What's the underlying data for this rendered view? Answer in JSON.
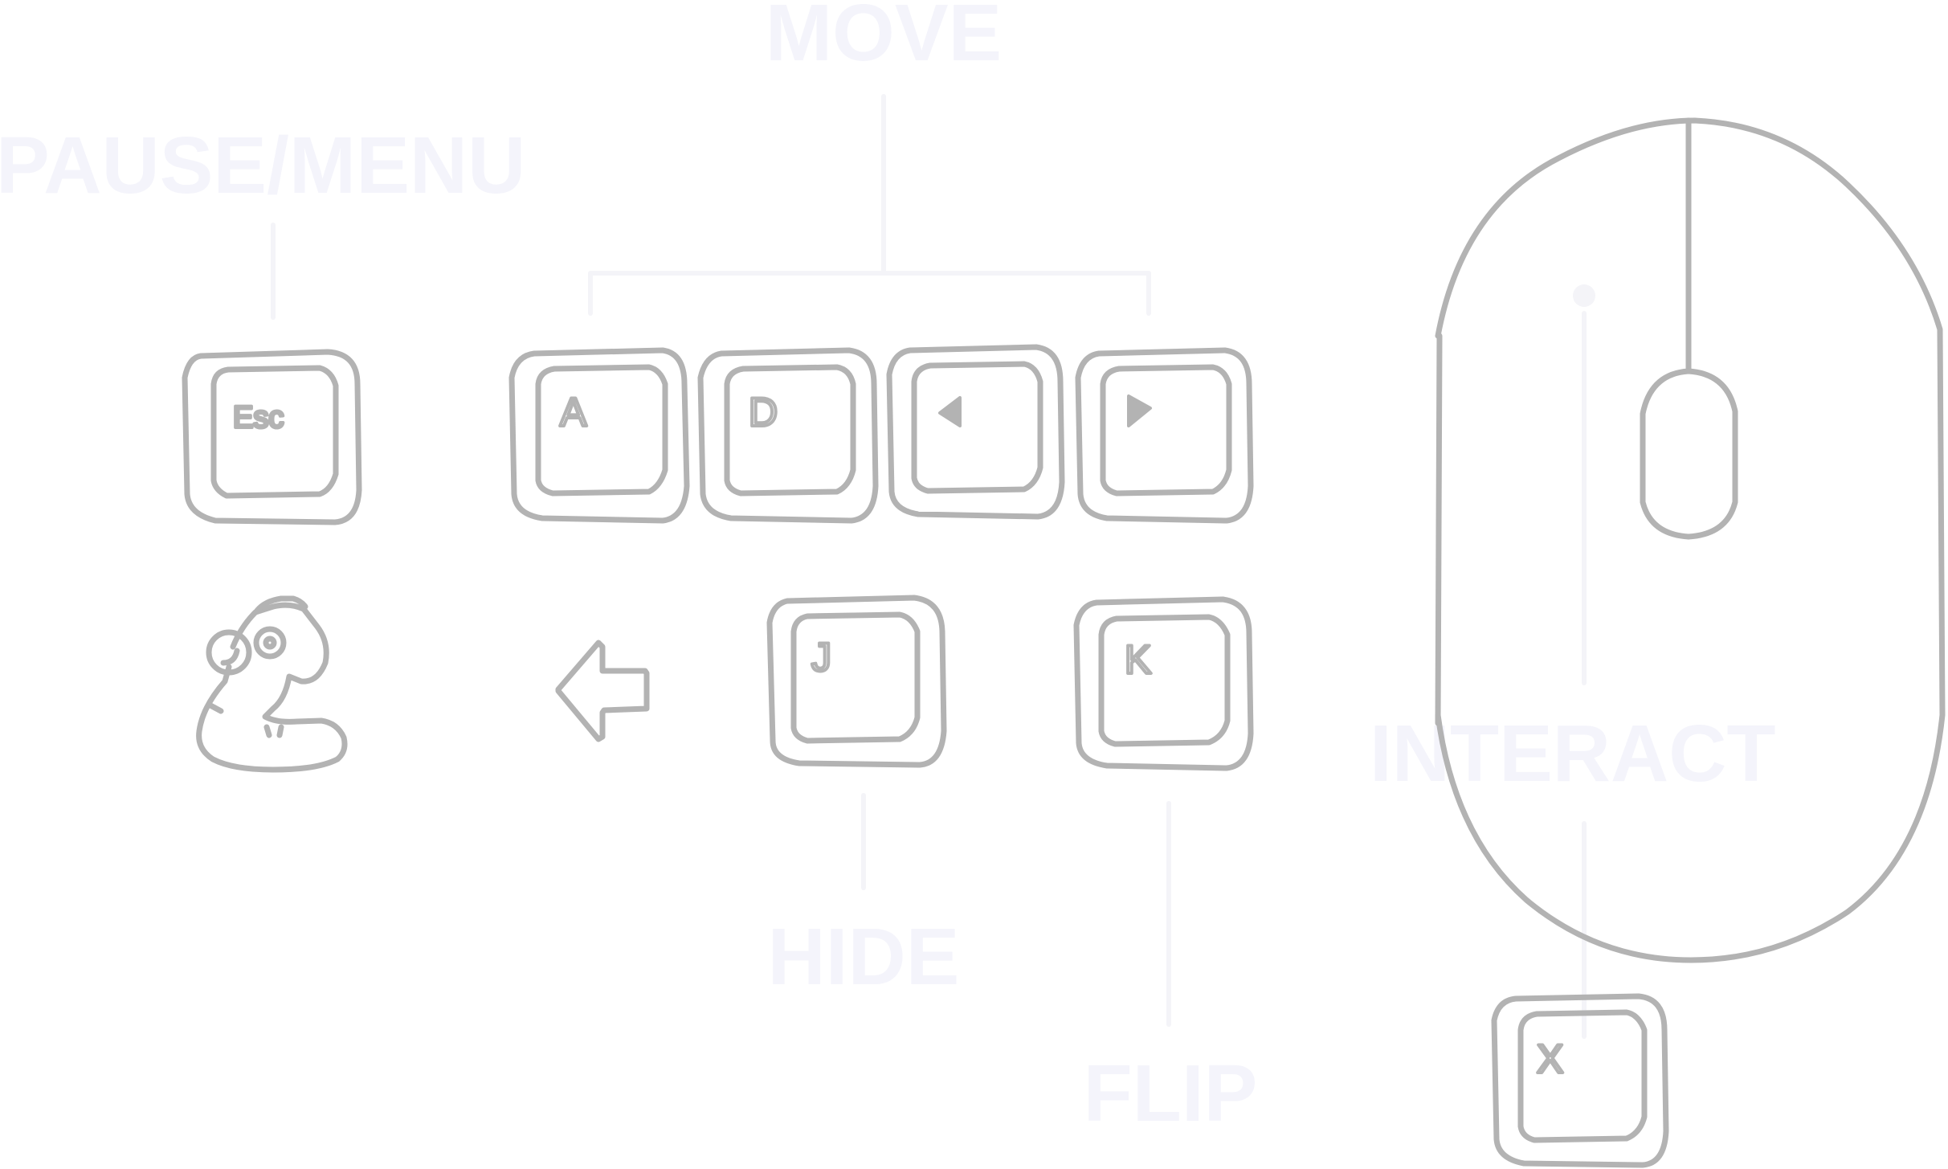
{
  "labels": {
    "move": "MOVE",
    "pause_menu": "PAUSE/MENU",
    "interact": "INTERACT",
    "hide": "HIDE",
    "flip": "FLIP"
  },
  "keys": {
    "esc": "Esc",
    "a": "A",
    "d": "D",
    "left_arrow_icon": "left-triangle-icon",
    "right_arrow_icon": "right-triangle-icon",
    "j": "J",
    "k": "K",
    "x": "X"
  },
  "icons": {
    "character": "character-mascot-icon",
    "back_arrow": "back-arrow-icon",
    "mouse": "mouse-icon"
  },
  "colors": {
    "outline": "#b3b3b3",
    "label": "#f4f4fb",
    "background": "#ffffff"
  }
}
